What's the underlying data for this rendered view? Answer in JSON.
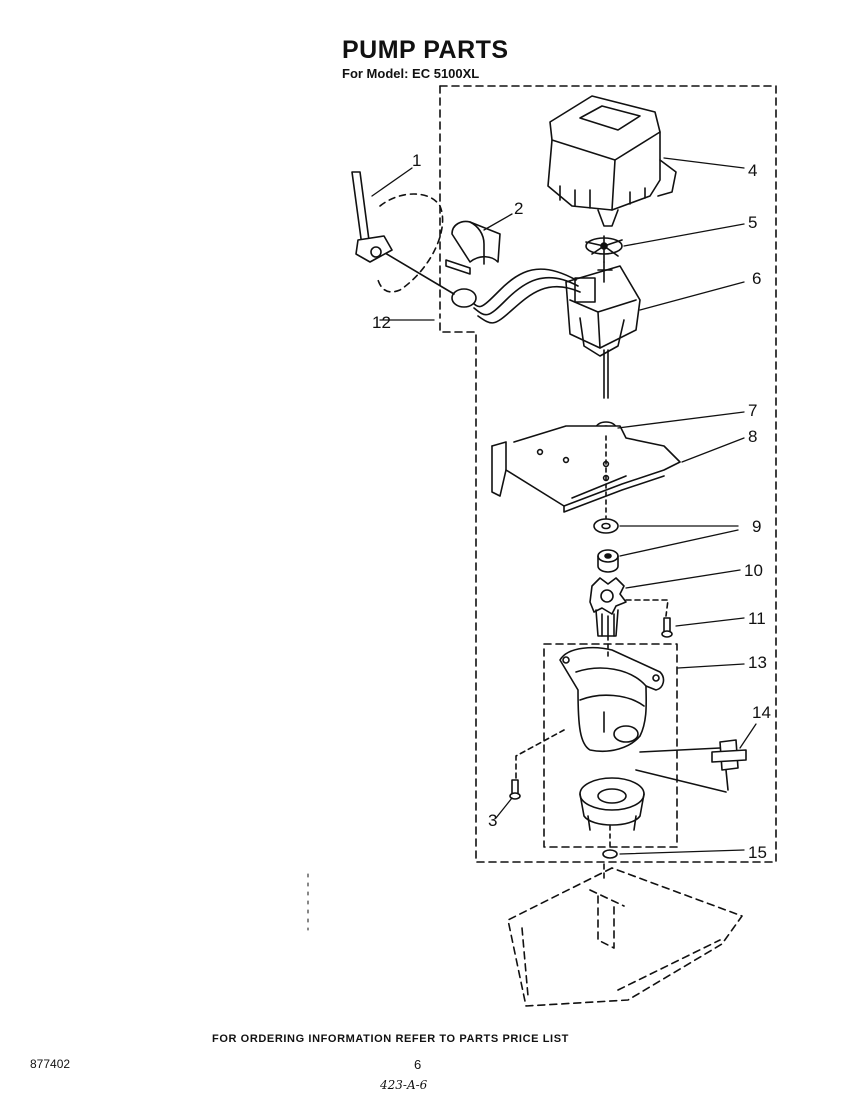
{
  "header": {
    "title": "PUMP PARTS",
    "subtitle": "For Model: EC 5100XL"
  },
  "callouts": [
    "1",
    "2",
    "3",
    "4",
    "5",
    "6",
    "7",
    "8",
    "9",
    "10",
    "11",
    "12",
    "13",
    "14",
    "15"
  ],
  "footer": {
    "ordering_note": "FOR ORDERING INFORMATION REFER TO PARTS PRICE LIST",
    "document_number": "877402",
    "page_number": "6",
    "handwritten_code": "423-A-6"
  }
}
